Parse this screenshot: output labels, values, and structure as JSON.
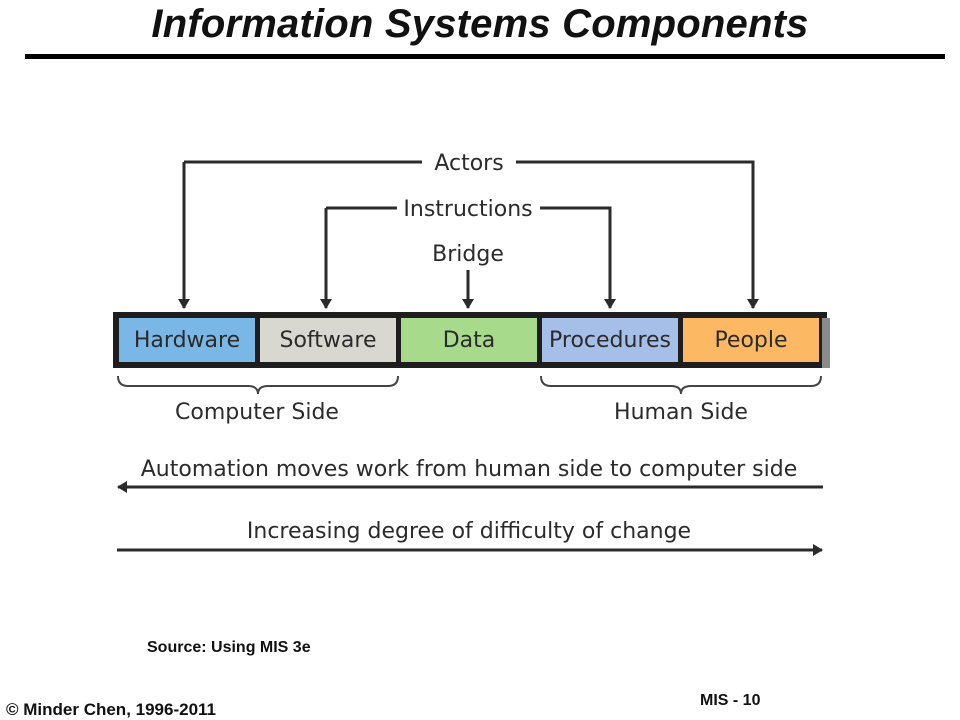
{
  "slide": {
    "title": "Information Systems Components",
    "source": "Source: Using MIS 3e",
    "copyright": "© Minder Chen, 1996-2011",
    "page": "MIS - 10"
  },
  "diagram": {
    "components": [
      {
        "label": "Hardware",
        "color": "#79b7e6"
      },
      {
        "label": "Software",
        "color": "#d8d8d0"
      },
      {
        "label": "Data",
        "color": "#a8da8c"
      },
      {
        "label": "Procedures",
        "color": "#a6bfe8"
      },
      {
        "label": "People",
        "color": "#fdb863"
      }
    ],
    "connectors": {
      "actors": "Actors",
      "instructions": "Instructions",
      "bridge": "Bridge"
    },
    "groups": {
      "computer_side": "Computer Side",
      "human_side": "Human Side"
    },
    "trends": {
      "automation": "Automation moves work from human side to computer side",
      "difficulty": "Increasing degree of difficulty of change"
    }
  }
}
